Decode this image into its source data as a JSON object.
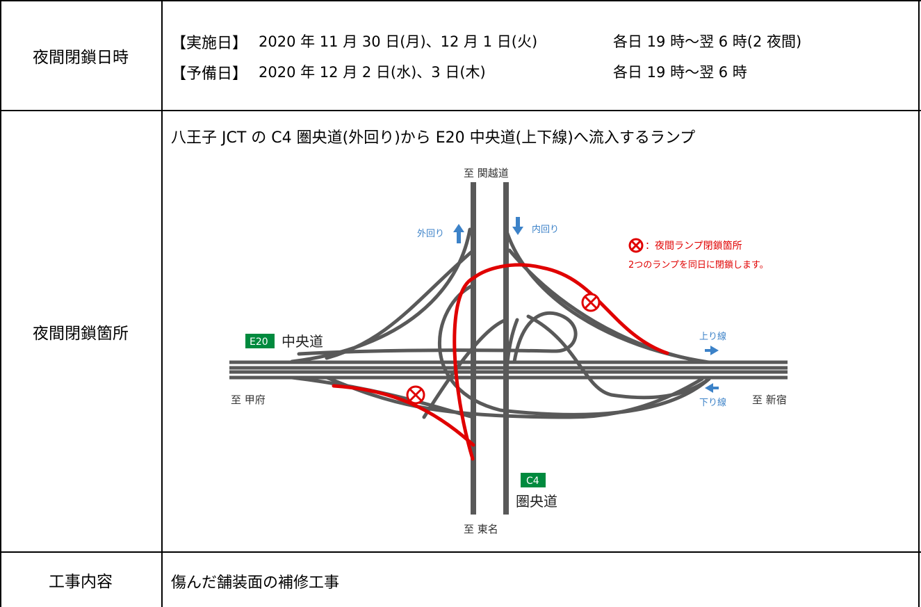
{
  "rows": {
    "schedule": {
      "header": "夜間閉鎖日時",
      "line1_tag": "【実施日】",
      "line1_date": "2020 年 11 月 30 日(月)、12 月 1 日(火)",
      "line1_time": "各日 19 時～翌 6 時(2 夜間)",
      "line2_tag": "【予備日】",
      "line2_date": "2020 年 12 月 2 日(水)、3 日(木)",
      "line2_time": "各日 19 時～翌 6 時"
    },
    "location": {
      "header": "夜間閉鎖箇所",
      "description": "八王子 JCT の C4 圏央道(外回り)から E20 中央道(上下線)へ流入するランプ"
    },
    "work": {
      "header": "工事内容",
      "description": "傷んだ舗装面の補修工事"
    }
  },
  "diagram": {
    "to_kanetsu": "至 関越道",
    "to_kofu": "至 甲府",
    "to_shinjuku": "至 新宿",
    "to_tomei": "至 東名",
    "outer_loop": "外回り",
    "inner_loop": "内回り",
    "up_line": "上り線",
    "down_line": "下り線",
    "e20_badge": "E20",
    "e20_name": "中央道",
    "c4_badge": "C4",
    "c4_name": "圏央道",
    "legend_label": "：夜間ランプ閉鎖箇所",
    "legend_note": "2つのランプを同日に閉鎖します。",
    "colors": {
      "road": "#595959",
      "closed_ramp": "#e00000",
      "badge_green": "#008a3e",
      "arrow_blue": "#3c82c8"
    }
  }
}
